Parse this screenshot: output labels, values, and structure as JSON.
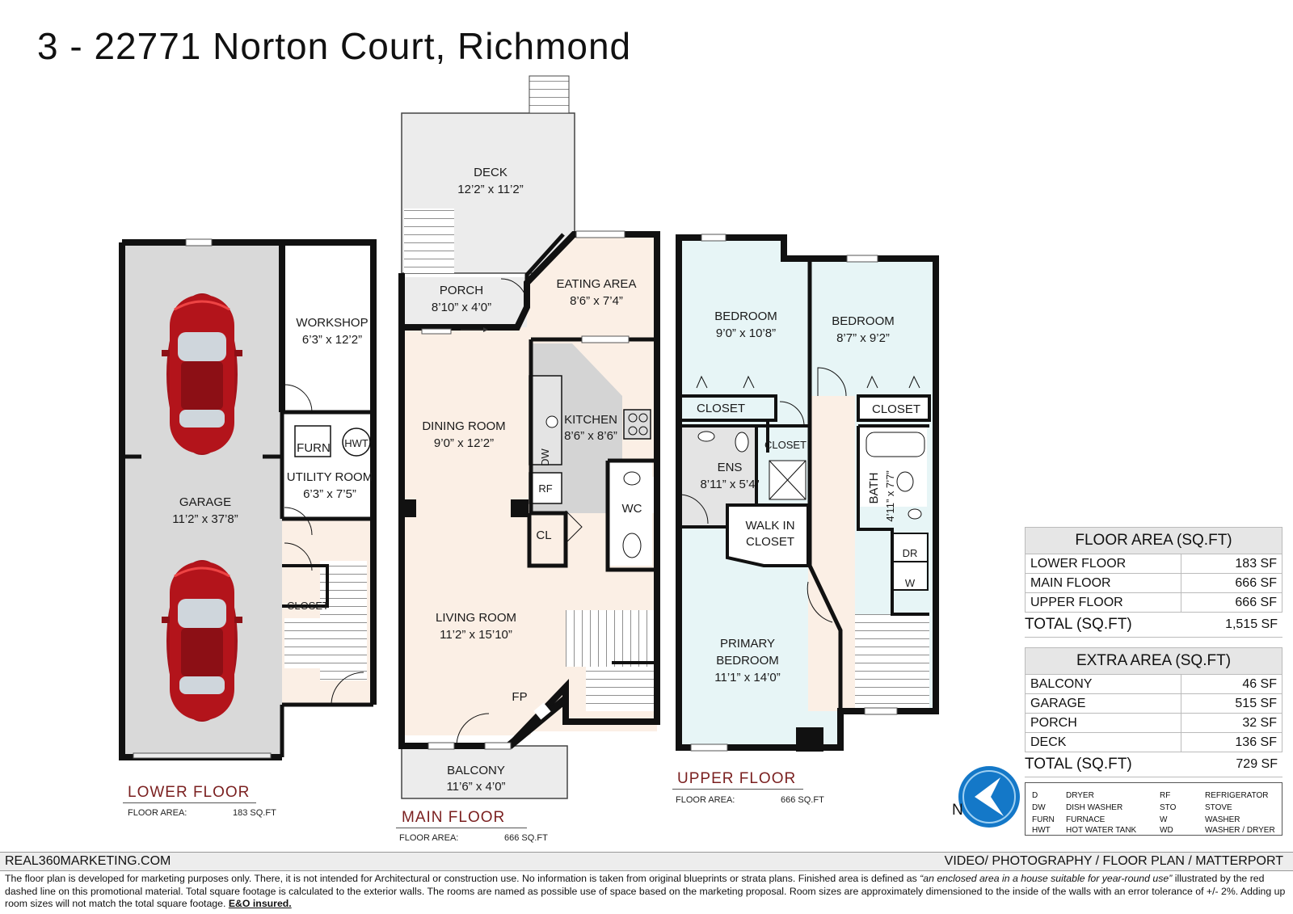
{
  "title": "3 - 22771 Norton Court, Richmond",
  "rooms": {
    "deck": {
      "name": "DECK",
      "size": "12’2” x 11’2”"
    },
    "porch": {
      "name": "PORCH",
      "size": "8’10” x 4’0”"
    },
    "eating": {
      "name": "EATING AREA",
      "size": "8’6” x 7’4”"
    },
    "dining": {
      "name": "DINING ROOM",
      "size": "9’0” x 12’2”"
    },
    "kitchen": {
      "name": "KITCHEN",
      "size": "8’6” x 8’6”"
    },
    "wc": {
      "name": "WC"
    },
    "cl": {
      "name": "CL"
    },
    "dw": {
      "name": "DW"
    },
    "rf": {
      "name": "RF"
    },
    "living": {
      "name": "LIVING ROOM",
      "size": "11’2” x 15’10”"
    },
    "fp": {
      "name": "FP"
    },
    "balcony": {
      "name": "BALCONY",
      "size": "11’6” x 4’0”"
    },
    "garage": {
      "name": "GARAGE",
      "size": "11’2” x 37’8”"
    },
    "workshop": {
      "name": "WORKSHOP",
      "size": "6’3” x 12’2”"
    },
    "furn": {
      "name": "FURN"
    },
    "hwt": {
      "name": "HWT"
    },
    "utility": {
      "name": "UTILITY ROOM",
      "size": "6’3” x 7’5”"
    },
    "closet_lower": {
      "name": "CLOSET"
    },
    "bedroom1": {
      "name": "BEDROOM",
      "size": "9’0” x 10’8”"
    },
    "bedroom2": {
      "name": "BEDROOM",
      "size": "8’7” x 9’2”"
    },
    "closet1": {
      "name": "CLOSET"
    },
    "closet2": {
      "name": "CLOSET"
    },
    "closet_small": {
      "name": "CLOSET"
    },
    "ens": {
      "name": "ENS",
      "size": "8’11” x 5’4”"
    },
    "walkin": {
      "name": "WALK IN",
      "name2": "CLOSET"
    },
    "bath": {
      "name": "BATH",
      "size": "4’11” x 7’7”"
    },
    "dr": {
      "name": "DR"
    },
    "w": {
      "name": "W"
    },
    "primary": {
      "name": "PRIMARY",
      "name2": "BEDROOM",
      "size": "11’1” x 14’0”"
    }
  },
  "floors": {
    "lower": {
      "label": "LOWER FLOOR",
      "area_label": "FLOOR AREA:",
      "area_value": "183 SQ.FT"
    },
    "main": {
      "label": "MAIN FLOOR",
      "area_label": "FLOOR AREA:",
      "area_value": "666 SQ.FT"
    },
    "upper": {
      "label": "UPPER FLOOR",
      "area_label": "FLOOR AREA:",
      "area_value": "666 SQ.FT"
    }
  },
  "floor_area": {
    "header": "FLOOR AREA (SQ.FT)",
    "rows": [
      {
        "name": "LOWER FLOOR",
        "value": "183 SF"
      },
      {
        "name": "MAIN FLOOR",
        "value": "666 SF"
      },
      {
        "name": "UPPER FLOOR",
        "value": "666 SF"
      }
    ],
    "total_label": "TOTAL (SQ.FT)",
    "total_value": "1,515 SF"
  },
  "extra_area": {
    "header": "EXTRA AREA (SQ.FT)",
    "rows": [
      {
        "name": "BALCONY",
        "value": "46 SF"
      },
      {
        "name": "GARAGE",
        "value": "515 SF"
      },
      {
        "name": "PORCH",
        "value": "32 SF"
      },
      {
        "name": "DECK",
        "value": "136 SF"
      }
    ],
    "total_label": "TOTAL (SQ.FT)",
    "total_value": "729 SF"
  },
  "legend": [
    {
      "code": "D",
      "text": "DRYER"
    },
    {
      "code": "DW",
      "text": "DISH WASHER"
    },
    {
      "code": "FURN",
      "text": "FURNACE"
    },
    {
      "code": "HWT",
      "text": "HOT WATER TANK"
    },
    {
      "code": "RF",
      "text": "REFRIGERATOR"
    },
    {
      "code": "STO",
      "text": "STOVE"
    },
    {
      "code": "W",
      "text": "WASHER"
    },
    {
      "code": "WD",
      "text": "WASHER / DRYER"
    }
  ],
  "compass": {
    "label": "N"
  },
  "footer": {
    "left": "REAL360MARKETING.COM",
    "right": "VIDEO/ PHOTOGRAPHY / FLOOR PLAN / MATTERPORT"
  },
  "disclaimer": {
    "part1": "The floor plan is developed for marketing purposes only. There, it is not intended for Architectural or construction use. No information is  taken from original blueprints or strata plans. Finished area is defined as ",
    "quote": "“an enclosed area in a house suitable for year-round use”",
    "part2": " illustrated by the red dashed line on this promotional material. Total square footage is calculated to the exterior walls. The rooms are named as possible use of space based on the marketing proposal. Room sizes are approximately dimensioned to the inside of the walls with an error tolerance of +/- 2%. Adding up room sizes will not match the total square footage. ",
    "insured": "E&O insured."
  },
  "colors": {
    "wall": "#111111",
    "garage_fill": "#d9d9d9",
    "deck_fill": "#ececec",
    "warm_fill": "#fbefe5",
    "kitchen_fill": "#d4d4d4",
    "bedroom_fill": "#e7f5f6",
    "floor_label": "#7a1f1f",
    "car_red": "#b3141b",
    "logo_blue": "#1478c8"
  }
}
